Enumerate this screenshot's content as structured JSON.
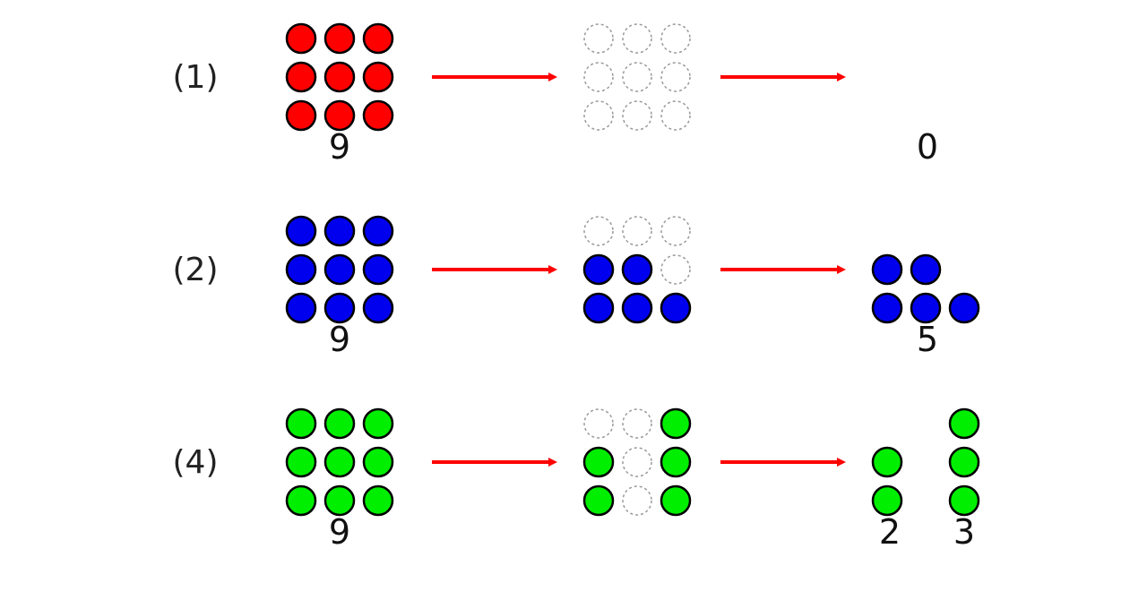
{
  "colors": {
    "red": "#ff0000",
    "blue": "#0000ee",
    "green": "#00ee00",
    "arrow": "#ff0000",
    "empty_outline": "#999999"
  },
  "rows": [
    {
      "label": "(1)",
      "fill": "#ff0000",
      "stages": [
        {
          "grid": [
            [
              1,
              1,
              1
            ],
            [
              1,
              1,
              1
            ],
            [
              1,
              1,
              1
            ]
          ],
          "counts": [
            "9"
          ]
        },
        {
          "grid": [
            [
              2,
              2,
              2
            ],
            [
              2,
              2,
              2
            ],
            [
              2,
              2,
              2
            ]
          ],
          "counts": []
        },
        {
          "grid": [
            [
              0,
              0,
              0
            ],
            [
              0,
              0,
              0
            ],
            [
              0,
              0,
              0
            ]
          ],
          "counts": [
            "0"
          ]
        }
      ]
    },
    {
      "label": "(2)",
      "fill": "#0000ee",
      "stages": [
        {
          "grid": [
            [
              1,
              1,
              1
            ],
            [
              1,
              1,
              1
            ],
            [
              1,
              1,
              1
            ]
          ],
          "counts": [
            "9"
          ]
        },
        {
          "grid": [
            [
              2,
              2,
              2
            ],
            [
              1,
              1,
              2
            ],
            [
              1,
              1,
              1
            ]
          ],
          "counts": []
        },
        {
          "grid": [
            [
              0,
              0,
              0
            ],
            [
              1,
              1,
              0
            ],
            [
              1,
              1,
              1
            ]
          ],
          "counts": [
            "5"
          ]
        }
      ]
    },
    {
      "label": "(4)",
      "fill": "#00ee00",
      "stages": [
        {
          "grid": [
            [
              1,
              1,
              1
            ],
            [
              1,
              1,
              1
            ],
            [
              1,
              1,
              1
            ]
          ],
          "counts": [
            "9"
          ]
        },
        {
          "grid": [
            [
              2,
              2,
              1
            ],
            [
              1,
              2,
              1
            ],
            [
              1,
              2,
              1
            ]
          ],
          "counts": []
        },
        {
          "grid": [
            [
              0,
              0,
              1
            ],
            [
              1,
              0,
              1
            ],
            [
              1,
              0,
              1
            ]
          ],
          "counts": [
            "2",
            "3"
          ]
        }
      ]
    }
  ]
}
